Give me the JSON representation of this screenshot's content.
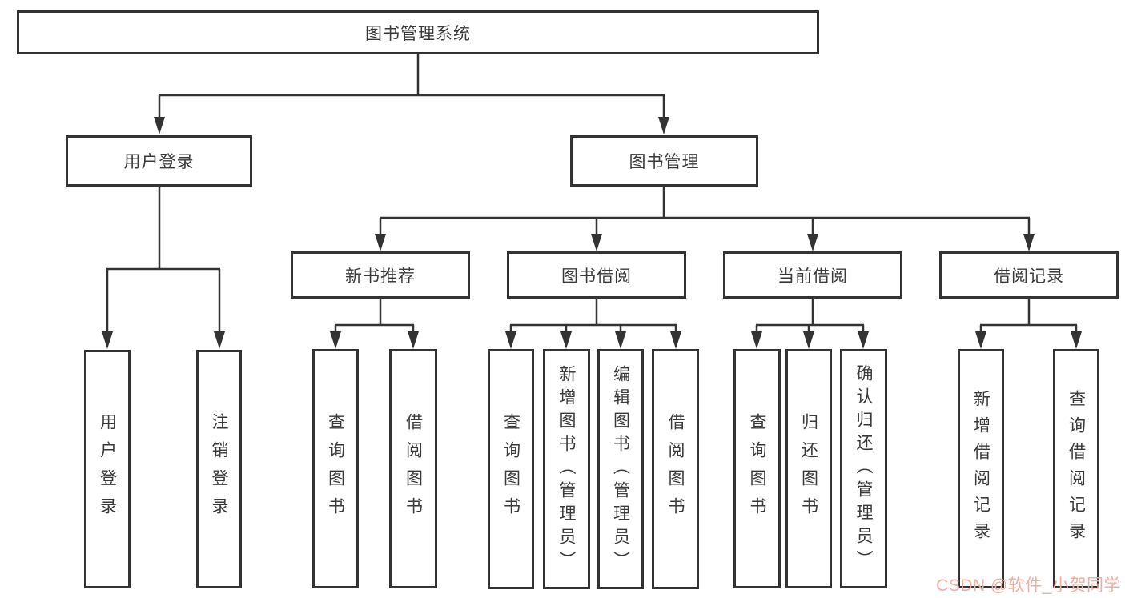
{
  "title": "图书管理系统",
  "watermark": "CSDN @软件_小贺同学",
  "colors": {
    "line": "#333333",
    "box_border": "#333333",
    "text": "#3a3a3a",
    "background": "#ffffff",
    "watermark": "#eeafa3"
  },
  "nodes": [
    {
      "id": "root",
      "label": "图书管理系统",
      "parent": null
    },
    {
      "id": "user-login",
      "label": "用户登录",
      "parent": "root"
    },
    {
      "id": "book-management",
      "label": "图书管理",
      "parent": "root"
    },
    {
      "id": "new-book-recommend",
      "label": "新书推荐",
      "parent": "book-management"
    },
    {
      "id": "book-borrowing",
      "label": "图书借阅",
      "parent": "book-management"
    },
    {
      "id": "current-borrowing",
      "label": "当前借阅",
      "parent": "book-management"
    },
    {
      "id": "borrowing-records",
      "label": "借阅记录",
      "parent": "book-management"
    },
    {
      "id": "leaf-user-login",
      "label": "用户登录",
      "parent": "user-login"
    },
    {
      "id": "leaf-logout",
      "label": "注销登录",
      "parent": "user-login"
    },
    {
      "id": "leaf-nb-query",
      "label": "查询图书",
      "parent": "new-book-recommend"
    },
    {
      "id": "leaf-nb-borrow",
      "label": "借阅图书",
      "parent": "new-book-recommend"
    },
    {
      "id": "leaf-bb-query",
      "label": "查询图书",
      "parent": "book-borrowing"
    },
    {
      "id": "leaf-bb-add",
      "label": "新增图书（管理员）",
      "parent": "book-borrowing"
    },
    {
      "id": "leaf-bb-edit",
      "label": "编辑图书（管理员）",
      "parent": "book-borrowing"
    },
    {
      "id": "leaf-bb-borrow",
      "label": "借阅图书",
      "parent": "book-borrowing"
    },
    {
      "id": "leaf-cb-query",
      "label": "查询图书",
      "parent": "current-borrowing"
    },
    {
      "id": "leaf-cb-return",
      "label": "归还图书",
      "parent": "current-borrowing"
    },
    {
      "id": "leaf-cb-confirm",
      "label": "确认归还（管理员）",
      "parent": "current-borrowing"
    },
    {
      "id": "leaf-br-add",
      "label": "新增借阅记录",
      "parent": "borrowing-records"
    },
    {
      "id": "leaf-br-query",
      "label": "查询借阅记录",
      "parent": "borrowing-records"
    }
  ]
}
